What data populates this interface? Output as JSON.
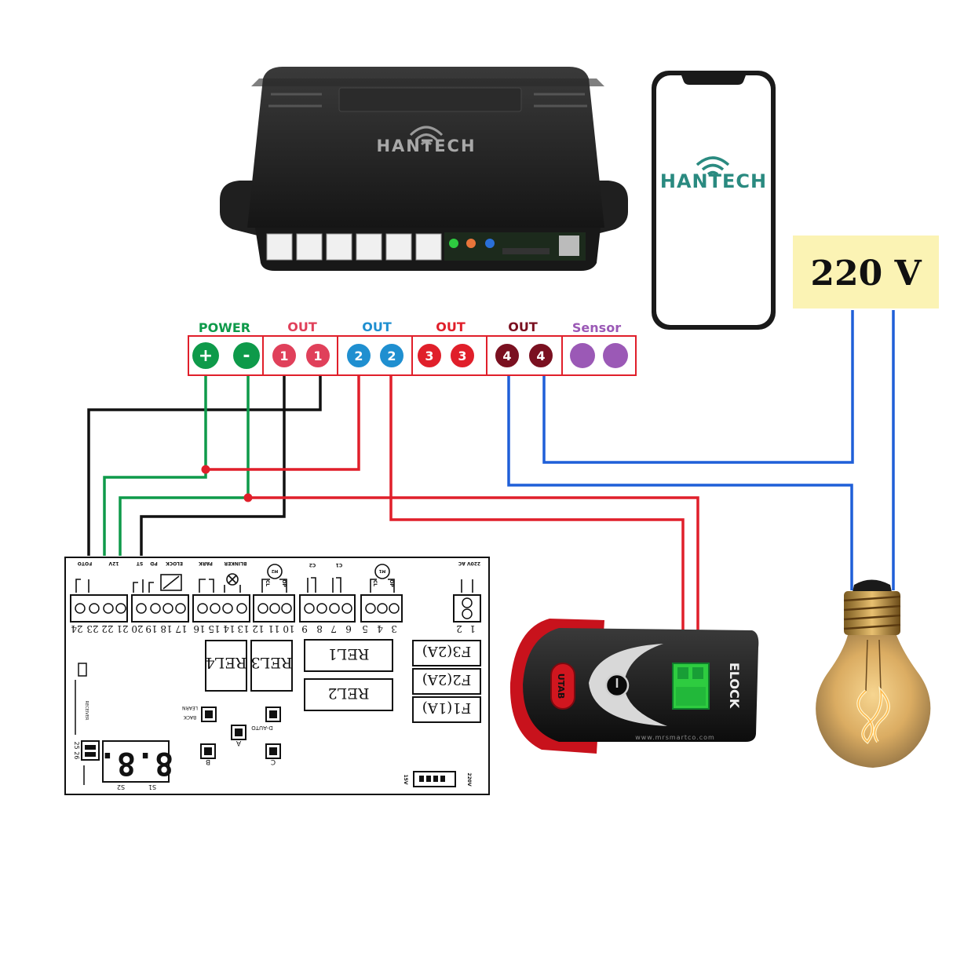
{
  "colors": {
    "power": "#0e9a4a",
    "out1": "#e0405a",
    "out2": "#1f8fd0",
    "out3": "#e01f2a",
    "out4": "#7a1020",
    "sensor": "#9b59b6",
    "wire_red": "#e01f2a",
    "wire_green": "#0e9a4a",
    "wire_black": "#111111",
    "wire_blue": "#1f5fd8",
    "brand_teal": "#2a8a80",
    "voltage_bg": "#fbf3b4"
  },
  "receiver": {
    "brand": "HANTECH",
    "icon": "wifi-logo-icon"
  },
  "phone": {
    "brand": "HANTECH",
    "icon": "wifi-logo-icon"
  },
  "voltage": {
    "label": "220 V"
  },
  "terminal_strip": {
    "groups": [
      {
        "label": "POWER",
        "pins": [
          "+",
          "-"
        ],
        "color": "#0e9a4a"
      },
      {
        "label": "OUT",
        "pins": [
          "1",
          "1"
        ],
        "color": "#e0405a"
      },
      {
        "label": "OUT",
        "pins": [
          "2",
          "2"
        ],
        "color": "#1f8fd0"
      },
      {
        "label": "OUT",
        "pins": [
          "3",
          "3"
        ],
        "color": "#e01f2a"
      },
      {
        "label": "OUT",
        "pins": [
          "4",
          "4"
        ],
        "color": "#7a1020"
      },
      {
        "label": "Sensor",
        "pins": [
          "",
          ""
        ],
        "color": "#9b59b6"
      }
    ]
  },
  "board": {
    "top_labels": [
      "FOTO",
      "12V",
      "ST",
      "PD",
      "ELOCK",
      "PARK",
      "BLINKER",
      "M2",
      "C2",
      "C1",
      "M1",
      "220V AC",
      "OP",
      "CL",
      "OP",
      "CL"
    ],
    "pin_numbers": [
      "24",
      "23",
      "22",
      "21",
      "20",
      "19",
      "18",
      "17",
      "16",
      "15",
      "14",
      "13",
      "12",
      "11",
      "10",
      "9",
      "8",
      "7",
      "6",
      "5",
      "4",
      "3",
      "2",
      "1"
    ],
    "relays": [
      "REL4",
      "REL3",
      "REL1",
      "REL2"
    ],
    "fuses": [
      "F3(2A)",
      "F2(2A)",
      "F1(1A)"
    ],
    "buttons": [
      "LEARN",
      "BACK",
      "D-AUTO",
      "A",
      "B",
      "C"
    ],
    "side_labels": [
      "RECEIVER",
      "25 26",
      "S1",
      "S2",
      "15V",
      "220V"
    ],
    "display": "8.8."
  },
  "elock": {
    "label": "ELOCK",
    "button": "UTAB",
    "watermark": "www.mrsmartco.com"
  }
}
